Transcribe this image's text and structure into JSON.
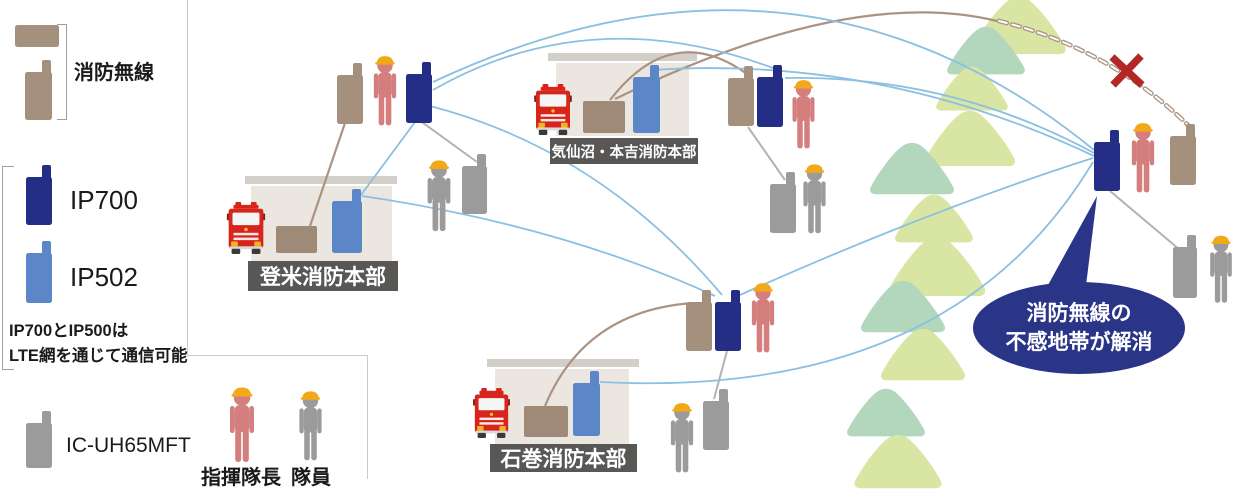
{
  "legend": {
    "fire_radio_label": "消防無線",
    "ip700_label": "IP700",
    "ip502_label": "IP502",
    "lte_note_line1": "IP700とIP500は",
    "lte_note_line2": "LTE網を通じて通信可能",
    "handheld_label": "IC-UH65MFT",
    "commander_label": "指揮隊長",
    "member_label": "隊員"
  },
  "stations": [
    {
      "id": "tome",
      "label": "登米消防本部"
    },
    {
      "id": "kesennuma",
      "label": "気仙沼・本吉消防本部"
    },
    {
      "id": "ishinomaki",
      "label": "石巻消防本部"
    }
  ],
  "callout": {
    "line1": "消防無線の",
    "line2": "不感地帯が解消"
  },
  "icons": {
    "commander": "commander-person-icon",
    "member": "member-person-icon",
    "blocked": "x-icon",
    "mountain": "mountain-icon",
    "firetruck": "firetruck-icon"
  },
  "colors": {
    "ip700": "#242e85",
    "ip502": "#5b87c8",
    "fire-radio": "#a5907e",
    "base-box": "#9f8a78",
    "member": "#9b9b9b",
    "commander": "#d47e7e",
    "helmet": "#f2a918",
    "lte-line": "#8cc0e2",
    "radio-line": "#ab9382",
    "gray-line": "#b3b2b1",
    "x-mark": "#b32727",
    "callout-bg": "#2b3588",
    "mountain-light": "#d8e5a3",
    "mountain-dark": "#b2d7bd",
    "wall": "#ebe7e0",
    "roof": "#d2cfc9",
    "plate-bg": "#595755",
    "truck-red": "#d8251c"
  }
}
